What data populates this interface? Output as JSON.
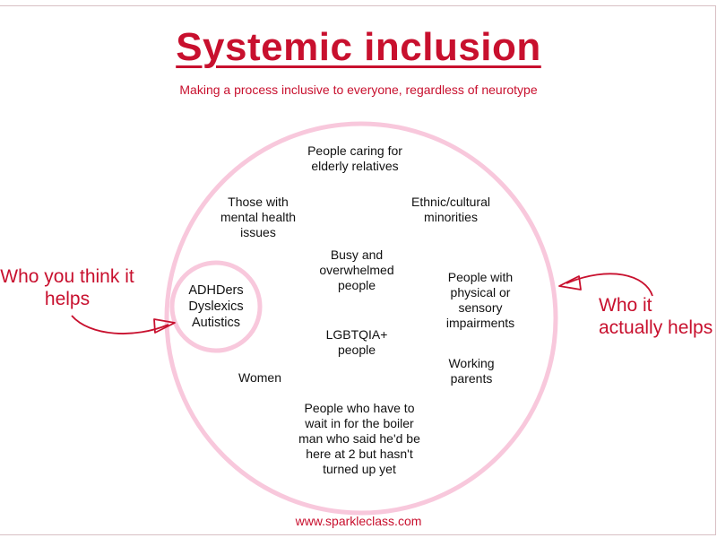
{
  "title": "Systemic inclusion",
  "subtitle": "Making a process inclusive to everyone, regardless of neurotype",
  "inner_group": [
    "ADHDers",
    "Dyslexics",
    "Autistics"
  ],
  "outer_groups": {
    "caring": "People caring for elderly relatives",
    "mental_health": "Those with mental health issues",
    "ethnic": "Ethnic/cultural minorities",
    "busy": "Busy and overwhelmed people",
    "physical": "People with physical or sensory impairments",
    "lgbtqia": "LGBTQIA+ people",
    "women": "Women",
    "working_parents": "Working parents",
    "boiler": "People who have to wait in for the boiler man who said he'd be here at 2 but hasn't turned up yet"
  },
  "left_annotation": "Who you think it helps",
  "right_annotation": "Who it actually helps",
  "footer": "www.sparkleclass.com",
  "colors": {
    "accent": "#c8102e",
    "circle": "#f8c8dc"
  }
}
